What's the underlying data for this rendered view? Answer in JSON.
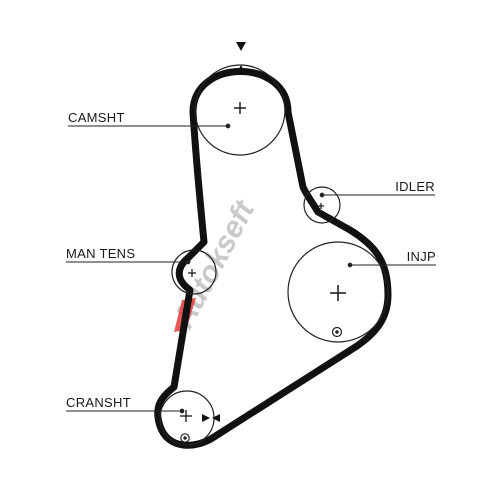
{
  "labels": {
    "camshaft": "CAMSHT",
    "idler": "IDLER",
    "tensioner": "MAN TENS",
    "injection_pump": "INJP",
    "crankshaft": "CRANSHT"
  },
  "watermark": {
    "text": "Autokseft"
  },
  "colors": {
    "belt": "#111111",
    "lines": "#222222",
    "watermark_main": "#c9c9c9",
    "watermark_accent": "#e23a3a",
    "background": "#ffffff"
  }
}
